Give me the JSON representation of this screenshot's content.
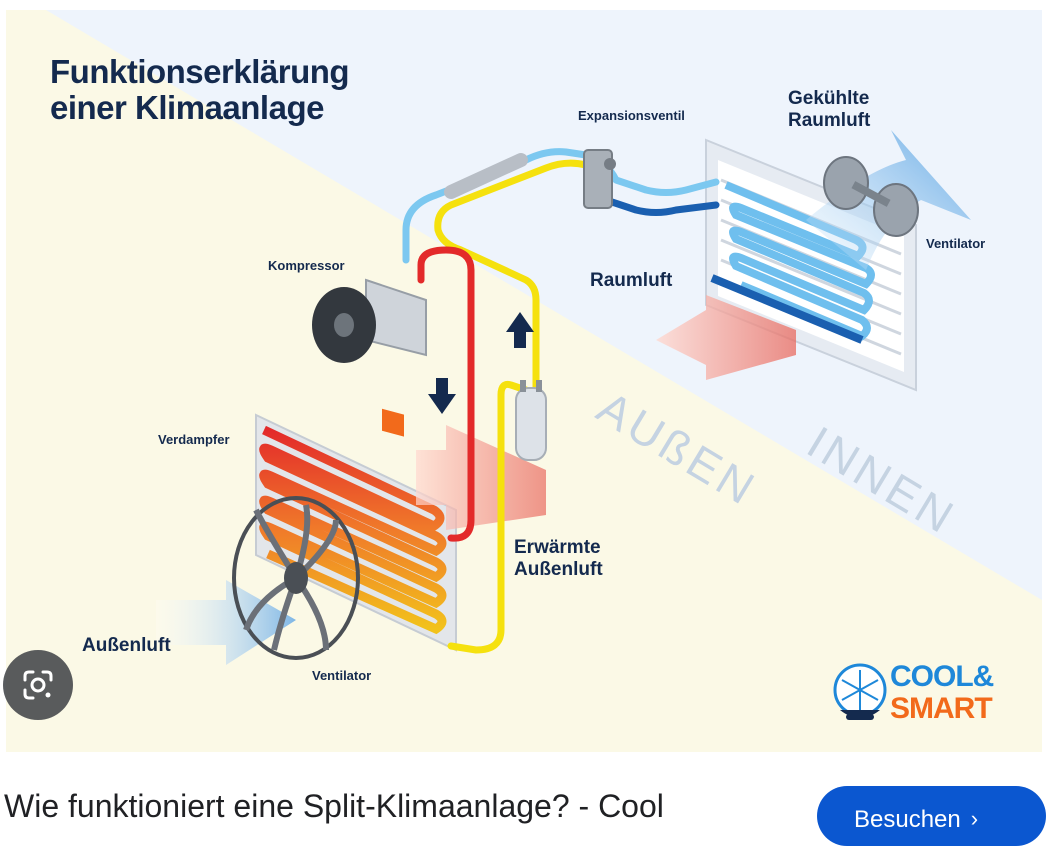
{
  "diagram": {
    "title_line1": "Funktionserklärung",
    "title_line2": "einer Klimaanlage",
    "labels": {
      "expansion_valve": "Expansionsventil",
      "cooled_air_line1": "Gekühlte",
      "cooled_air_line2": "Raumluft",
      "fan_indoor": "Ventilator",
      "compressor": "Kompressor",
      "room_air": "Raumluft",
      "evaporator": "Verdampfer",
      "warmed_air_line1": "Erwärmte",
      "warmed_air_line2": "Außenluft",
      "outside_air": "Außenluft",
      "fan_outdoor": "Ventilator",
      "zone_outside": "AUßEN",
      "zone_inside": "INNEN"
    },
    "logo": {
      "brand_top": "COOL&",
      "brand_bottom": "SMART"
    },
    "colors": {
      "hot": "#e32a2a",
      "warm": "#f5e10e",
      "cold": "#7cc8f0",
      "cold_dark": "#1a5fb0",
      "title": "#142a4e"
    }
  },
  "lens": {
    "icon": "google-lens-icon"
  },
  "result": {
    "caption": "Wie funktioniert eine Split-Klimaanlage? - Cool",
    "visit_label": "Besuchen",
    "visit_icon": "chevron-right-icon"
  }
}
